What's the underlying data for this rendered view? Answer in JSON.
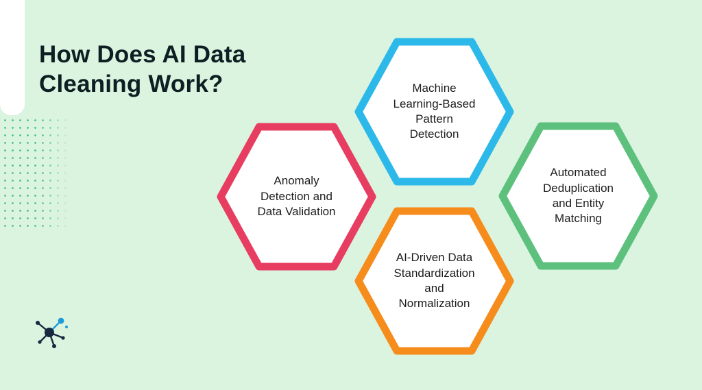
{
  "page": {
    "background": "#daf4df"
  },
  "title": "How Does AI Data\nCleaning Work?",
  "hexagons": [
    {
      "id": "ml-pattern-detection",
      "label": "Machine\nLearning-Based\nPattern\nDetection",
      "color": "#2CB9EA"
    },
    {
      "id": "anomaly-detection",
      "label": "Anomaly\nDetection and\nData Validation",
      "color": "#E73D60"
    },
    {
      "id": "deduplication-entity-matching",
      "label": "Automated\nDeduplication\nand Entity\nMatching",
      "color": "#5DC17D"
    },
    {
      "id": "standardization-normalization",
      "label": "AI-Driven Data\nStandardization\nand\nNormalization",
      "color": "#F68C1C"
    }
  ],
  "logo": {
    "name": "network-logo",
    "dark_color": "#16293f",
    "accent_color": "#1d9bd8"
  }
}
